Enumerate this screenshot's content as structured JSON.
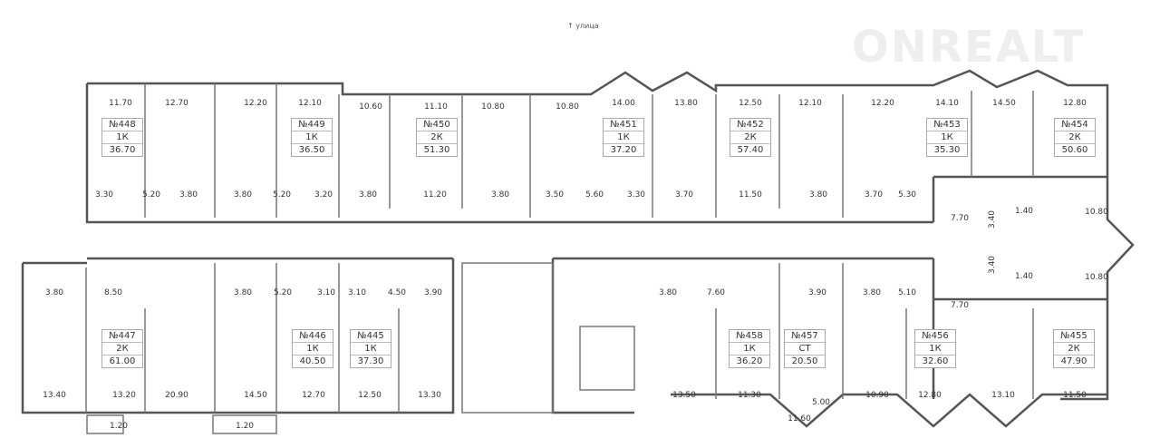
{
  "street_label": "↑ улица",
  "watermark": "ONREALT",
  "apartments": [
    {
      "number": "№448",
      "type": "1К",
      "area": "36.70"
    },
    {
      "number": "№449",
      "type": "1К",
      "area": "36.50"
    },
    {
      "number": "№450",
      "type": "2К",
      "area": "51.30"
    },
    {
      "number": "№451",
      "type": "1К",
      "area": "37.20"
    },
    {
      "number": "№452",
      "type": "2К",
      "area": "57.40"
    },
    {
      "number": "№453",
      "type": "1К",
      "area": "35.30"
    },
    {
      "number": "№454",
      "type": "2К",
      "area": "50.60"
    },
    {
      "number": "№447",
      "type": "2К",
      "area": "61.00"
    },
    {
      "number": "№446",
      "type": "1К",
      "area": "40.50"
    },
    {
      "number": "№445",
      "type": "1К",
      "area": "37.30"
    },
    {
      "number": "№458",
      "type": "1К",
      "area": "36.20"
    },
    {
      "number": "№457",
      "type": "СТ",
      "area": "20.50"
    },
    {
      "number": "№456",
      "type": "1К",
      "area": "32.60"
    },
    {
      "number": "№455",
      "type": "2К",
      "area": "47.90"
    }
  ],
  "room_areas": [
    "11.70",
    "12.70",
    "12.20",
    "12.10",
    "10.60",
    "11.10",
    "10.80",
    "10.80",
    "14.00",
    "13.80",
    "12.50",
    "12.10",
    "12.20",
    "14.10",
    "14.50",
    "12.80",
    "3.30",
    "5.20",
    "3.80",
    "3.80",
    "5.20",
    "3.20",
    "3.80",
    "11.20",
    "3.80",
    "3.50",
    "5.60",
    "3.30",
    "3.70",
    "11.50",
    "3.80",
    "3.70",
    "5.30",
    "7.70",
    "10.80",
    "3.40",
    "1.40",
    "3.40",
    "1.40",
    "10.80",
    "7.70",
    "3.80",
    "8.50",
    "3.80",
    "5.20",
    "3.10",
    "3.10",
    "4.50",
    "3.90",
    "3.80",
    "7.60",
    "3.90",
    "3.80",
    "5.10",
    "13.40",
    "13.20",
    "20.90",
    "14.50",
    "12.70",
    "12.50",
    "13.30",
    "13.50",
    "11.30",
    "5.00",
    "10.90",
    "12.80",
    "13.10",
    "11.50",
    "11.60",
    "1.20",
    "1.20"
  ]
}
